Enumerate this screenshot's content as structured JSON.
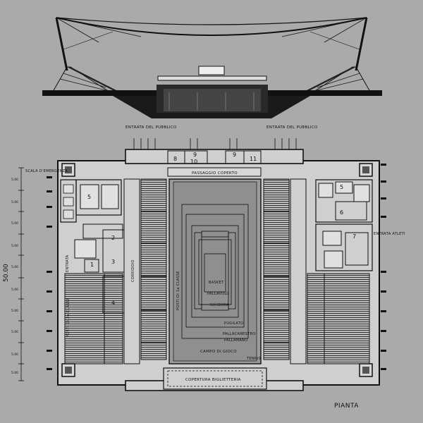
{
  "colors": {
    "background": "#aaaaaa",
    "ink": "#111111",
    "court": "#8f8f8f",
    "wall": "#cfcfcf",
    "seating": "#bdbdbd"
  },
  "labels": {
    "entrata_pubblico": "ENTRATA DEL PUBBLICO",
    "scala_emergenza": "SCALA D'EMERGENZA",
    "entrata_left": "ENTRATA",
    "entrata_atleti": "ENTRATA ATLETI",
    "passaggio_coperto": "PASSAGGIO COPERTO",
    "posti_classe_left": "POSTI DI 2a CLASSE",
    "corridoio": "CORRIDOIO",
    "posti_classe_center": "POSTI DI 1a CLASSE",
    "copertura_biglietteria": "COPERTURA BIGLIETTERIA",
    "pianta": "PIANTA"
  },
  "court_labels": {
    "basket": "BASKET",
    "pallavolo": "PALLAVOLO",
    "scherma": "SCHERMA",
    "pugilato": "PUGILATO",
    "pallacanestro": "PALLACANESTRO",
    "pallamano": "PALLAMANO",
    "campo_di_gioco": "CAMPO DI GIOCO",
    "tennis": "TENNIS"
  },
  "room_numbers": {
    "r1": "1",
    "r2": "2",
    "r3": "3",
    "r4": "4",
    "r5_left": "5",
    "r5_right": "5",
    "r6": "6",
    "r7": "7",
    "r8": "8",
    "r9_a": "9",
    "r9_b": "9",
    "r10": "10",
    "r11": "11"
  },
  "dimensions": {
    "d1": "5.00",
    "d2": "5.00",
    "d3": "5.00",
    "d4": "5.00",
    "d5": "5.00",
    "d6": "5.00",
    "d7": "5.00",
    "d8": "5.00",
    "d9": "5.00",
    "d10": "5.00",
    "total": "50.00"
  }
}
